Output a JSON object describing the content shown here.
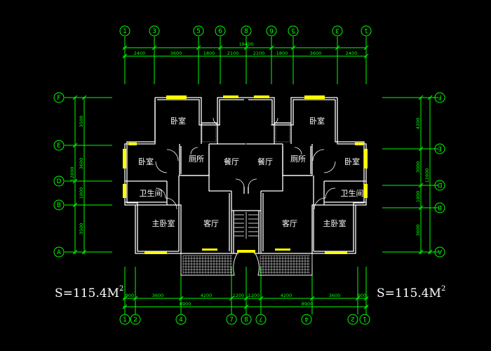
{
  "overall_top": "18400",
  "top_dims": [
    "2400",
    "3600",
    "1800",
    "2100",
    "2100",
    "1800",
    "3600",
    "2400"
  ],
  "bottom_dims": [
    "900",
    "3600",
    "4200",
    "1200",
    "1200",
    "4200",
    "3600",
    "900"
  ],
  "bottom_halves": [
    "8900",
    "8900"
  ],
  "left_dims": [
    "3500",
    "3600",
    "1800",
    "3500"
  ],
  "left_total": "12800",
  "right_dims": [
    "4200",
    "3000",
    "1800",
    "3600"
  ],
  "right_total": "12800",
  "top_axes": [
    "1",
    "3",
    "5",
    "6",
    "8",
    "6",
    "5",
    "3",
    "1"
  ],
  "bottom_axes": [
    "1",
    "2",
    "4",
    "7",
    "8",
    "7",
    "4",
    "2",
    "1"
  ],
  "left_axes": [
    "F",
    "E",
    "D",
    "B",
    "A"
  ],
  "right_axes": [
    "F",
    "E",
    "D",
    "B",
    "A"
  ],
  "rooms": {
    "bedroom": "卧室",
    "toilet": "厕所",
    "dining": "餐厅",
    "bathroom": "卫生间",
    "master_bedroom": "主卧室",
    "living": "客厅"
  },
  "area_left": {
    "text": "S=115.4M",
    "sup": "2"
  },
  "area_right": {
    "text": "S=115.4M",
    "sup": "2"
  },
  "colors": {
    "background": "#000000",
    "wall": "#ffffff",
    "dim": "#00ff00",
    "window": "#ffff00",
    "hatch": "#ffffff"
  }
}
